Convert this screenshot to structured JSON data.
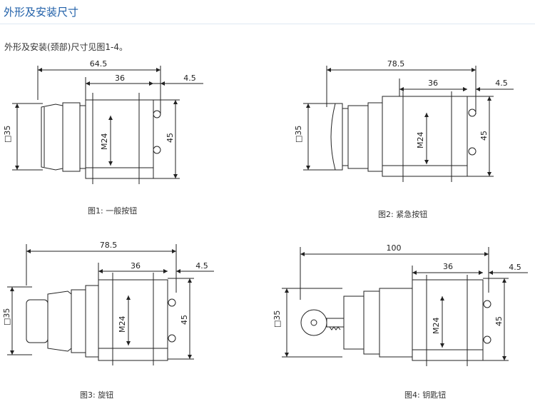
{
  "title": "外形及安装尺寸",
  "intro": "外形及安装(颈部)尺寸见图1-4。",
  "common_labels": {
    "square": "□35",
    "thread": "M24",
    "height": "45",
    "dim_36": "36",
    "dim_45_small": "4.5"
  },
  "figures": [
    {
      "length": "64.5",
      "caption": "图1: 一般按钮"
    },
    {
      "length": "78.5",
      "caption": "图2: 紧急按钮"
    },
    {
      "length": "78.5",
      "caption": "图3: 旋钮"
    },
    {
      "length": "100",
      "caption": "图4: 钥匙钮"
    }
  ]
}
